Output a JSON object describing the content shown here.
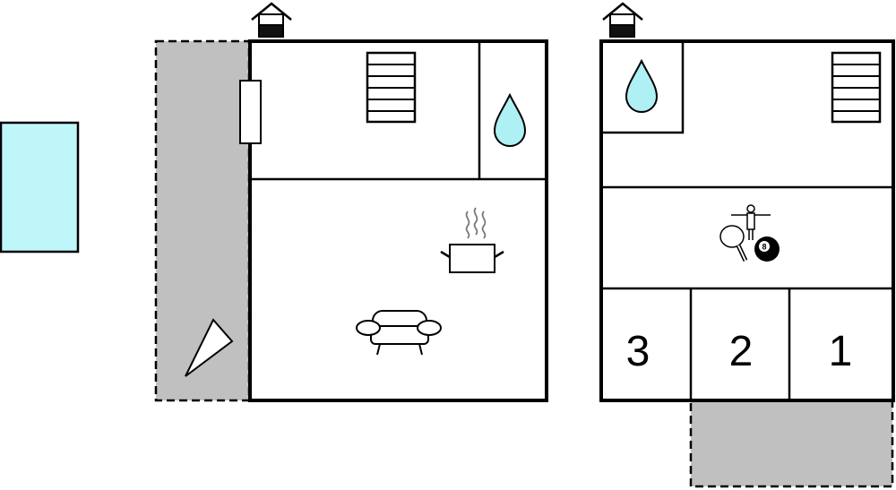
{
  "colors": {
    "wall": "#000000",
    "terrace": "#c0c0c0",
    "pool": "#bff6fa",
    "water": "#aef0f3",
    "background": "#ffffff"
  },
  "icons": {
    "entrance": "house-entrance-icon",
    "stairs": "stairs-icon",
    "bathroom": "water-drop-icon",
    "kitchen": "cooking-pot-icon",
    "living": "sofa-icon",
    "games": "foosball-pingpong-billiards-icon",
    "orientation": "north-arrow-icon"
  },
  "ground_floor": {
    "rooms": [
      "stairs-hall",
      "bathroom",
      "kitchen-living"
    ]
  },
  "upper_floor": {
    "bedrooms": [
      {
        "label": "3"
      },
      {
        "label": "2"
      },
      {
        "label": "1"
      }
    ]
  }
}
